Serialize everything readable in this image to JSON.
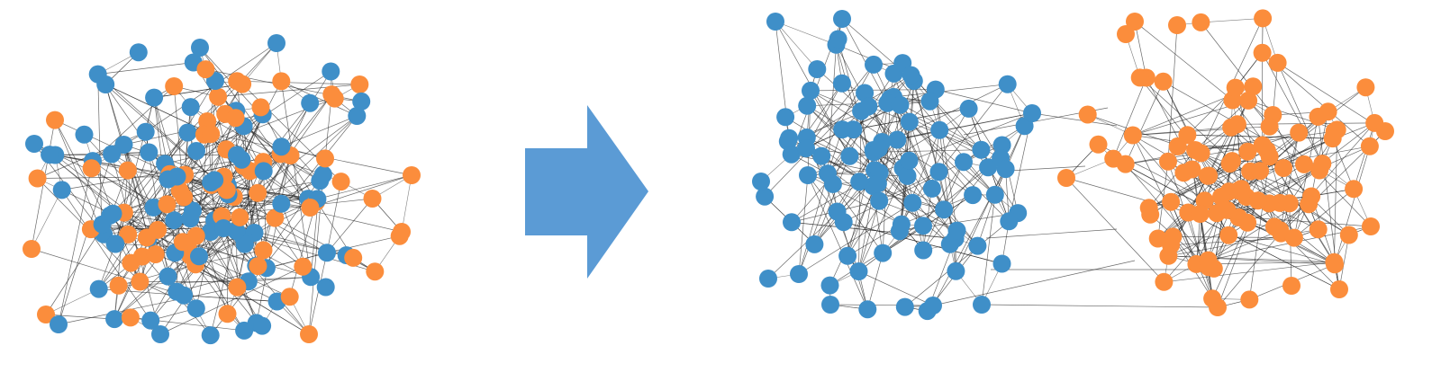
{
  "colors": {
    "background": "#ffffff",
    "cluster_a": "#3f8fc8",
    "cluster_b": "#fb8d3c",
    "arrow": "#5b9bd5",
    "edge": "#2b2b2b"
  },
  "panels": {
    "before": {
      "description_of_state": "",
      "node_groups": [
        "cluster_a",
        "cluster_b"
      ],
      "arrangement": "mixed"
    },
    "after": {
      "node_groups": [
        "cluster_a",
        "cluster_b"
      ],
      "arrangement": "separated"
    }
  },
  "arrow": {
    "icon": "right-arrow-icon"
  }
}
